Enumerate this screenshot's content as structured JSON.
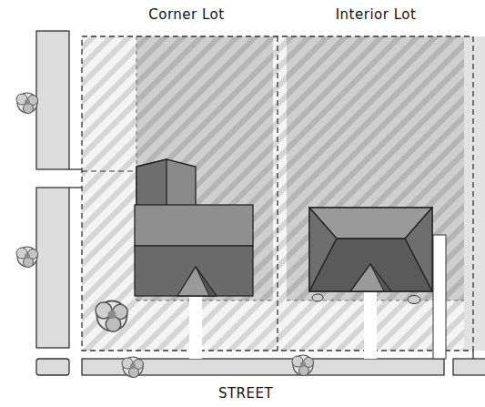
{
  "diagram": {
    "labels": [
      "Corner Lot",
      "Interior Lot",
      "STREET"
    ]
  }
}
